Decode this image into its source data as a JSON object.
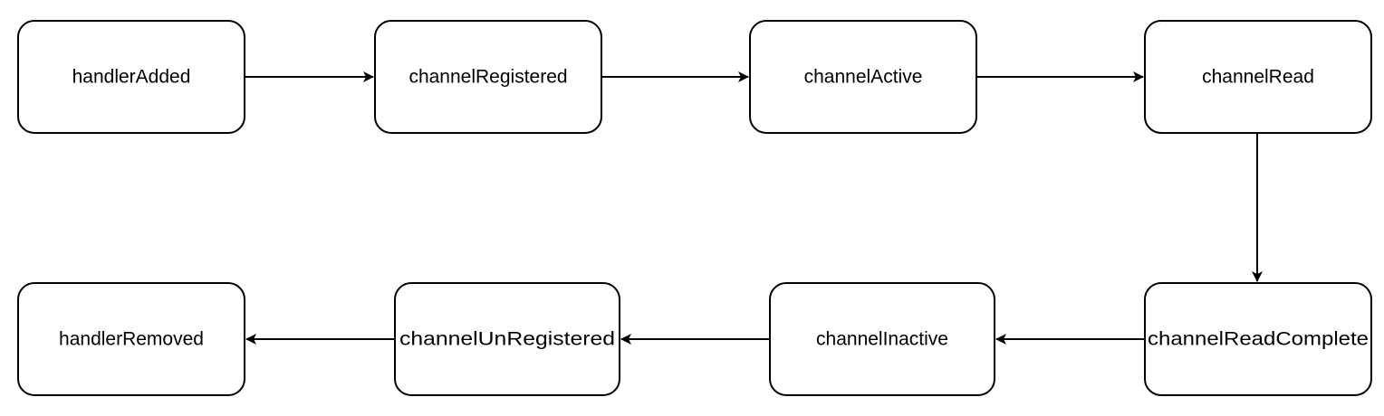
{
  "diagram": {
    "nodes": [
      {
        "id": "handlerAdded",
        "label": "handlerAdded"
      },
      {
        "id": "channelRegistered",
        "label": "channelRegistered"
      },
      {
        "id": "channelActive",
        "label": "channelActive"
      },
      {
        "id": "channelRead",
        "label": "channelRead"
      },
      {
        "id": "channelReadComplete",
        "label": "channelReadComplete"
      },
      {
        "id": "channelInactive",
        "label": "channelInactive"
      },
      {
        "id": "channelUnRegistered",
        "label": "channelUnRegistered"
      },
      {
        "id": "handlerRemoved",
        "label": "handlerRemoved"
      }
    ],
    "edges": [
      {
        "from": "handlerAdded",
        "to": "channelRegistered"
      },
      {
        "from": "channelRegistered",
        "to": "channelActive"
      },
      {
        "from": "channelActive",
        "to": "channelRead"
      },
      {
        "from": "channelRead",
        "to": "channelReadComplete"
      },
      {
        "from": "channelReadComplete",
        "to": "channelInactive"
      },
      {
        "from": "channelInactive",
        "to": "channelUnRegistered"
      },
      {
        "from": "channelUnRegistered",
        "to": "handlerRemoved"
      }
    ]
  }
}
